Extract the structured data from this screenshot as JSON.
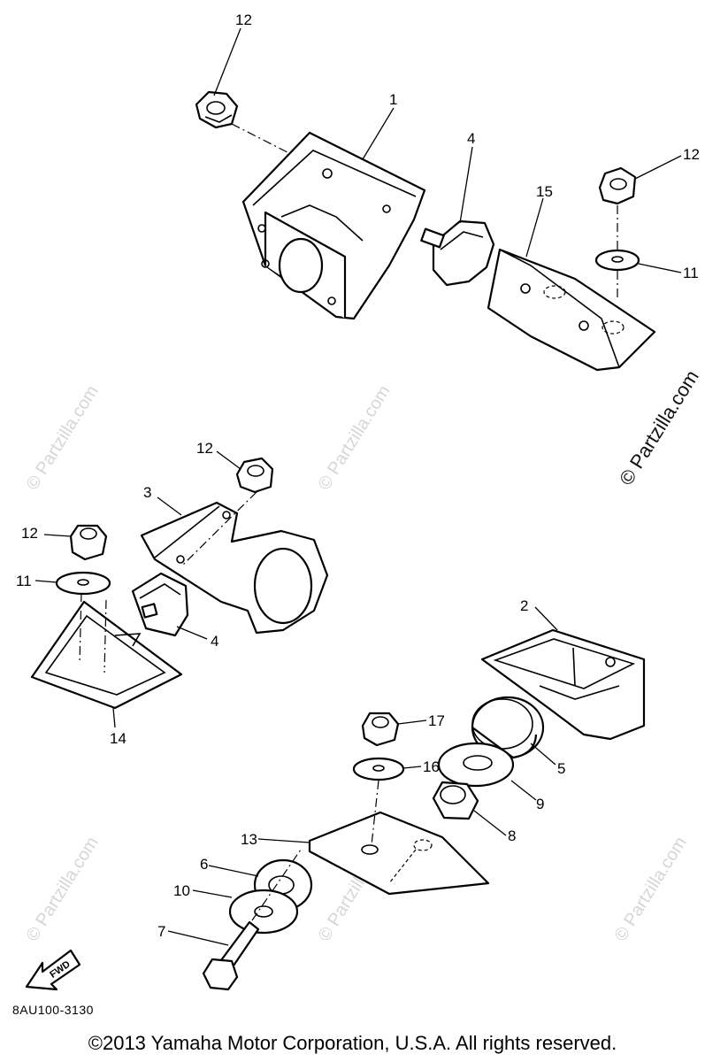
{
  "callouts": {
    "c1": "1",
    "c2": "2",
    "c3": "3",
    "c4a": "4",
    "c4b": "4",
    "c5": "5",
    "c6": "6",
    "c7": "7",
    "c8": "8",
    "c9": "9",
    "c10": "10",
    "c11a": "11",
    "c11b": "11",
    "c12a": "12",
    "c12b": "12",
    "c12c": "12",
    "c12d": "12",
    "c13": "13",
    "c14": "14",
    "c15": "15",
    "c16": "16",
    "c17": "17"
  },
  "fwd_label": "FWD",
  "diagram_code": "8AU100-3130",
  "copyright": "©2013  Yamaha Motor Corporation, U.S.A. All rights reserved.",
  "watermark": "© Partzilla.com"
}
